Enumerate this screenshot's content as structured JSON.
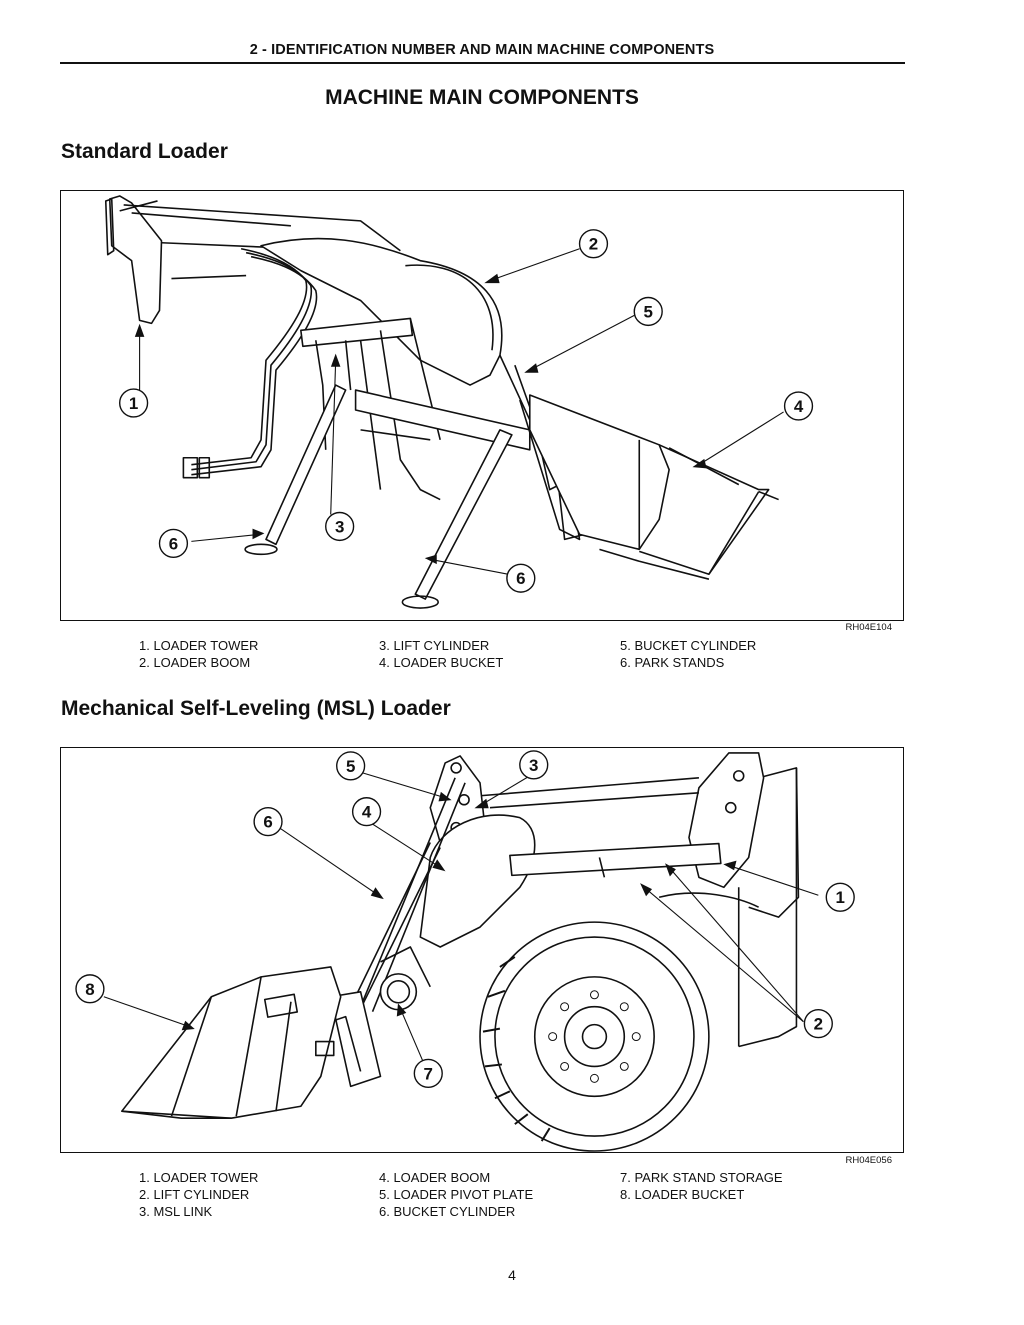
{
  "header": {
    "running_title": "2 - IDENTIFICATION NUMBER AND MAIN MACHINE COMPONENTS"
  },
  "title": "MACHINE MAIN COMPONENTS",
  "sections": [
    {
      "heading": "Standard Loader",
      "figure_code": "RH04E104",
      "callouts": [
        "1",
        "2",
        "3",
        "4",
        "5",
        "6",
        "6"
      ],
      "legend": [
        [
          "1.  LOADER TOWER",
          "2.  LOADER BOOM"
        ],
        [
          "3.  LIFT CYLINDER",
          "4.  LOADER BUCKET"
        ],
        [
          "5.  BUCKET CYLINDER",
          "6.  PARK STANDS"
        ]
      ]
    },
    {
      "heading": "Mechanical Self-Leveling (MSL) Loader",
      "figure_code": "RH04E056",
      "callouts": [
        "1",
        "2",
        "3",
        "4",
        "5",
        "6",
        "7",
        "8"
      ],
      "legend": [
        [
          "1.  LOADER TOWER",
          "2.  LIFT CYLINDER",
          "3.  MSL LINK"
        ],
        [
          "4.   LOADER BOOM",
          "5.  LOADER PIVOT PLATE",
          "6.  BUCKET CYLINDER"
        ],
        [
          "7.  PARK STAND STORAGE",
          "8.  LOADER BUCKET"
        ]
      ]
    }
  ],
  "page_number": "4"
}
